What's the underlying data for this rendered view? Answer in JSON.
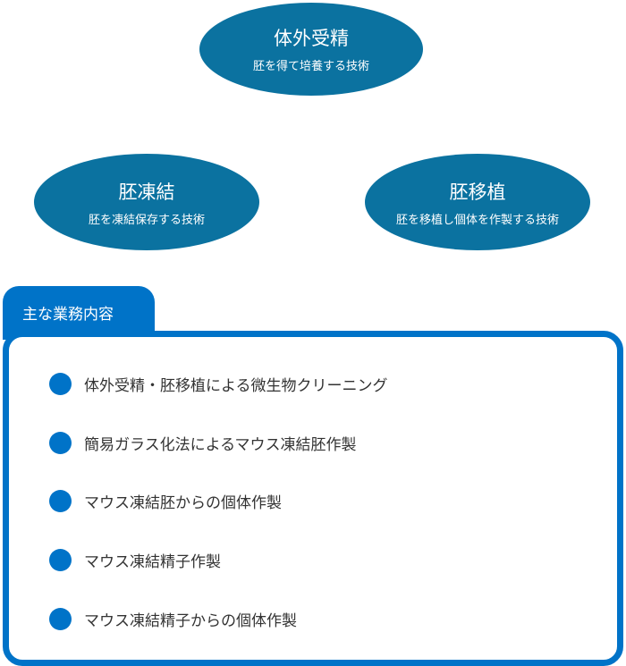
{
  "nodes": [
    {
      "title": "体外受精",
      "subtitle": "胚を得て培養する技術"
    },
    {
      "title": "胚凍結",
      "subtitle": "胚を凍結保存する技術"
    },
    {
      "title": "胚移植",
      "subtitle": "胚を移植し個体を作製する技術"
    }
  ],
  "section": {
    "tab_label": "主な業務内容",
    "items": [
      "体外受精・胚移植による微生物クリーニング",
      "簡易ガラス化法によるマウス凍結胚作製",
      "マウス凍結胚からの個体作製",
      "マウス凍結精子作製",
      "マウス凍結精子からの個体作製"
    ]
  },
  "colors": {
    "ellipse": "#0b72a0",
    "accent": "#0073c8"
  }
}
